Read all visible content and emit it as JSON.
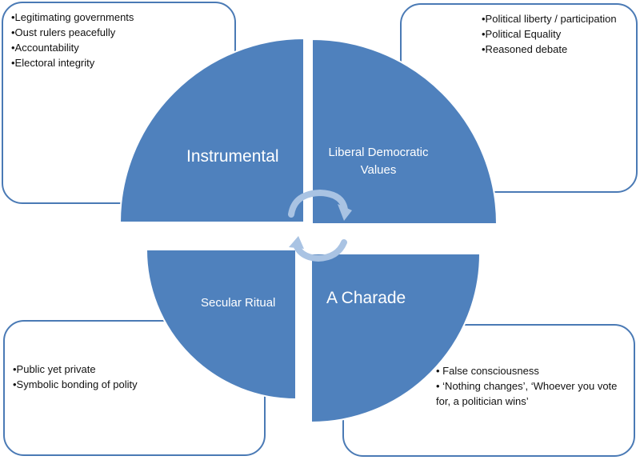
{
  "boxes": {
    "top_left": [
      "•Legitimating governments",
      "•Oust rulers peacefully",
      "•Accountability",
      "•Electoral integrity"
    ],
    "top_right": [
      "•Political liberty / participation",
      "•Political Equality",
      "•Reasoned debate"
    ],
    "bottom_left": [
      "•Public yet private",
      "•Symbolic bonding of polity"
    ],
    "bottom_right": [
      "• False consciousness",
      "• ‘Nothing changes’,  ‘Whoever you vote for, a politician wins’"
    ]
  },
  "quadrants": {
    "instrumental": "Instrumental",
    "liberal_line1": "Liberal Democratic",
    "liberal_line2": "Values",
    "secular_ritual": "Secular Ritual",
    "charade": "A Charade"
  },
  "colors": {
    "quadrant_fill": "#4f81bd",
    "box_border": "#4a7ab5",
    "arrow": "#a9c3e3"
  }
}
